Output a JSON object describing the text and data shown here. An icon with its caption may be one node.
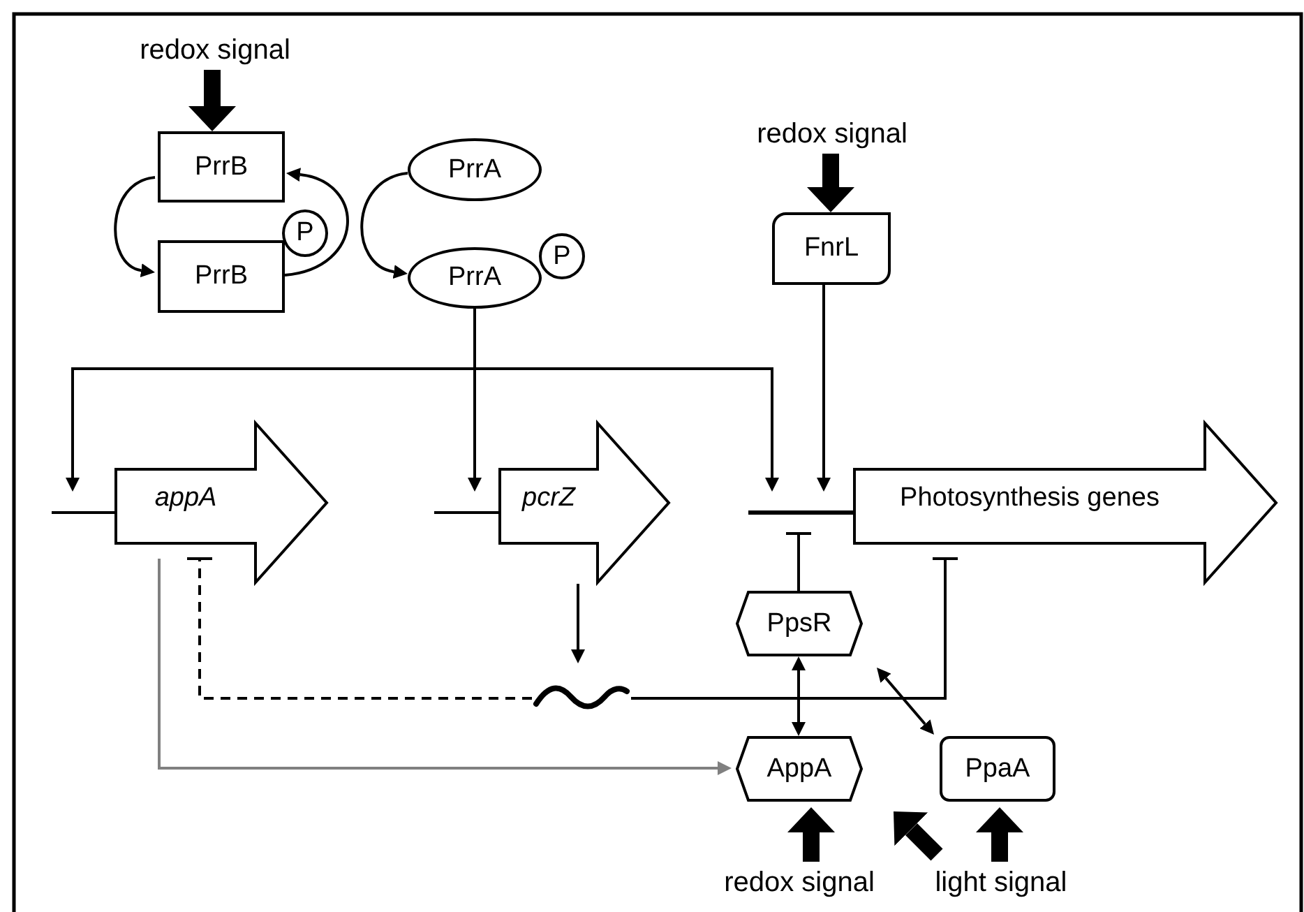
{
  "diagram": {
    "nodes": [
      {
        "text": [
          "redox signal"
        ]
      },
      {
        "text": [
          "PrrB"
        ]
      },
      {
        "text": [
          "PrrB"
        ]
      },
      {
        "text": [
          "P"
        ]
      },
      {
        "text": [
          "PrrA"
        ]
      },
      {
        "text": [
          "PrrA"
        ]
      },
      {
        "text": [
          "P"
        ]
      },
      {
        "text": [
          "redox signal"
        ]
      },
      {
        "text": [
          "FnrL"
        ]
      },
      {
        "text": [
          "appA"
        ]
      },
      {
        "text": [
          "pcrZ"
        ]
      },
      {
        "text": [
          "Photosynthesis genes"
        ]
      },
      {
        "text": [],
        "shape": "wave"
      },
      {
        "text": [
          "PpsR"
        ]
      },
      {
        "text": [
          "AppA"
        ]
      },
      {
        "text": [
          "PpaA"
        ]
      },
      {
        "text": [
          "redox signal"
        ]
      },
      {
        "text": [
          "light signal"
        ]
      }
    ],
    "edges": [
      {
        "from": 0,
        "to": 1,
        "arrow": "to",
        "style": "thick"
      },
      {
        "from": 1,
        "to": 2,
        "arrow": "to"
      },
      {
        "from": 2,
        "to": 1,
        "arrow": "to"
      },
      {
        "from": 4,
        "to": 5,
        "arrow": "to"
      },
      {
        "from": 5,
        "to": 9,
        "arrow": "to"
      },
      {
        "from": 5,
        "to": 10,
        "arrow": "to"
      },
      {
        "from": 5,
        "to": 11,
        "arrow": "to"
      },
      {
        "from": 7,
        "to": 8,
        "arrow": "to",
        "style": "thick"
      },
      {
        "from": 8,
        "to": 11,
        "arrow": "to"
      },
      {
        "from": 10,
        "to": 12,
        "arrow": "to"
      },
      {
        "from": 12,
        "to": 9,
        "arrow": "other",
        "style": "dashed"
      },
      {
        "from": 12,
        "to": 11,
        "arrow": "other"
      },
      {
        "from": 13,
        "to": 11,
        "arrow": "other"
      },
      {
        "from": 13,
        "to": 14,
        "arrow": "both"
      },
      {
        "from": 13,
        "to": 15,
        "arrow": "both"
      },
      {
        "from": 9,
        "to": 14,
        "arrow": "to",
        "color": "#808080"
      },
      {
        "from": 16,
        "to": 14,
        "arrow": "to",
        "style": "thick"
      },
      {
        "from": 17,
        "to": 15,
        "arrow": "to",
        "style": "thick"
      },
      {
        "from": 17,
        "to": 14,
        "arrow": "to",
        "style": "thick"
      }
    ]
  }
}
